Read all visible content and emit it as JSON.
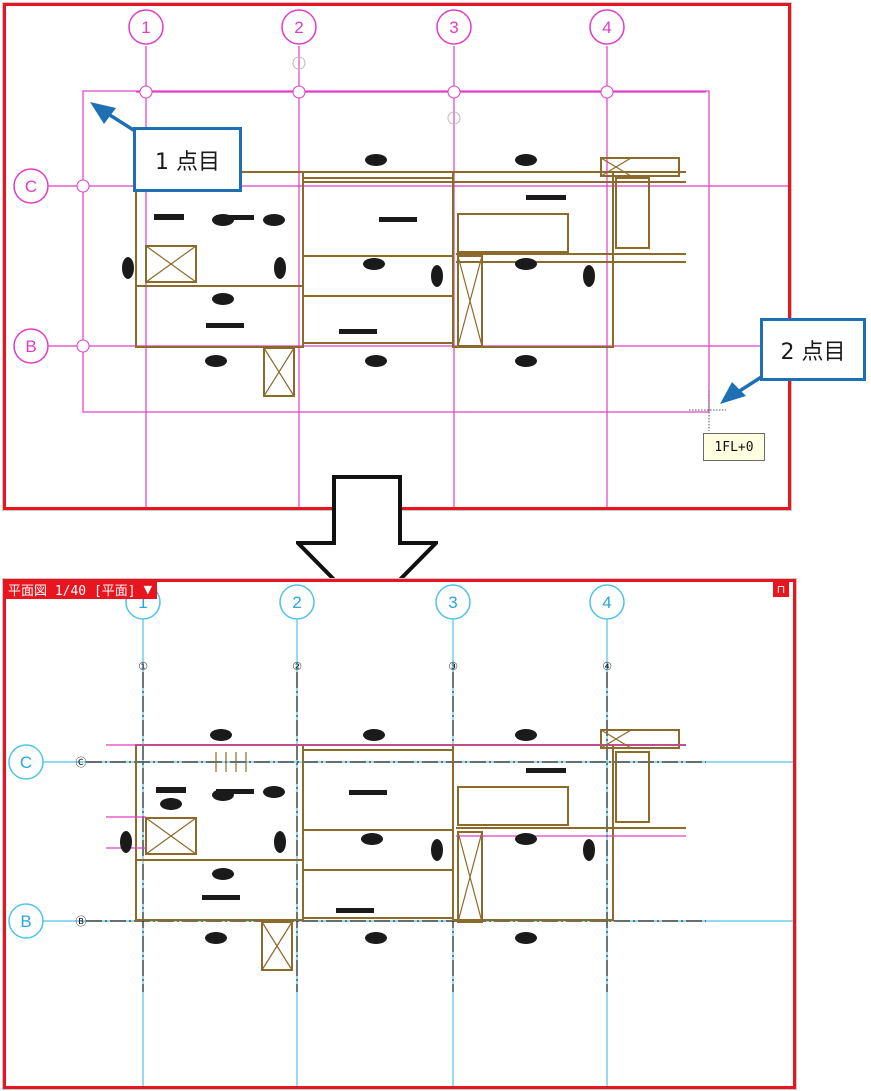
{
  "callouts": {
    "first_point": "1 点目",
    "second_point": "2 点目"
  },
  "tooltip": {
    "level": "1FL+0"
  },
  "view": {
    "tab_title": "平面図 1/40 [平面]",
    "dropdown_icon": "caret-down-icon",
    "pin_icon": "pin-icon"
  },
  "grid": {
    "columns": [
      "1",
      "2",
      "3",
      "4"
    ],
    "rows": [
      "C",
      "B"
    ],
    "small_columns": [
      "①",
      "②",
      "③",
      "④"
    ],
    "small_rows": [
      "Ⓒ",
      "Ⓑ"
    ]
  },
  "colors": {
    "frame": "#e8141e",
    "callout_border": "#1f6fb3",
    "grid_magenta": "#e03cc8",
    "grid_cyan": "#4fc3ea",
    "walls": "#8b6a2a"
  }
}
